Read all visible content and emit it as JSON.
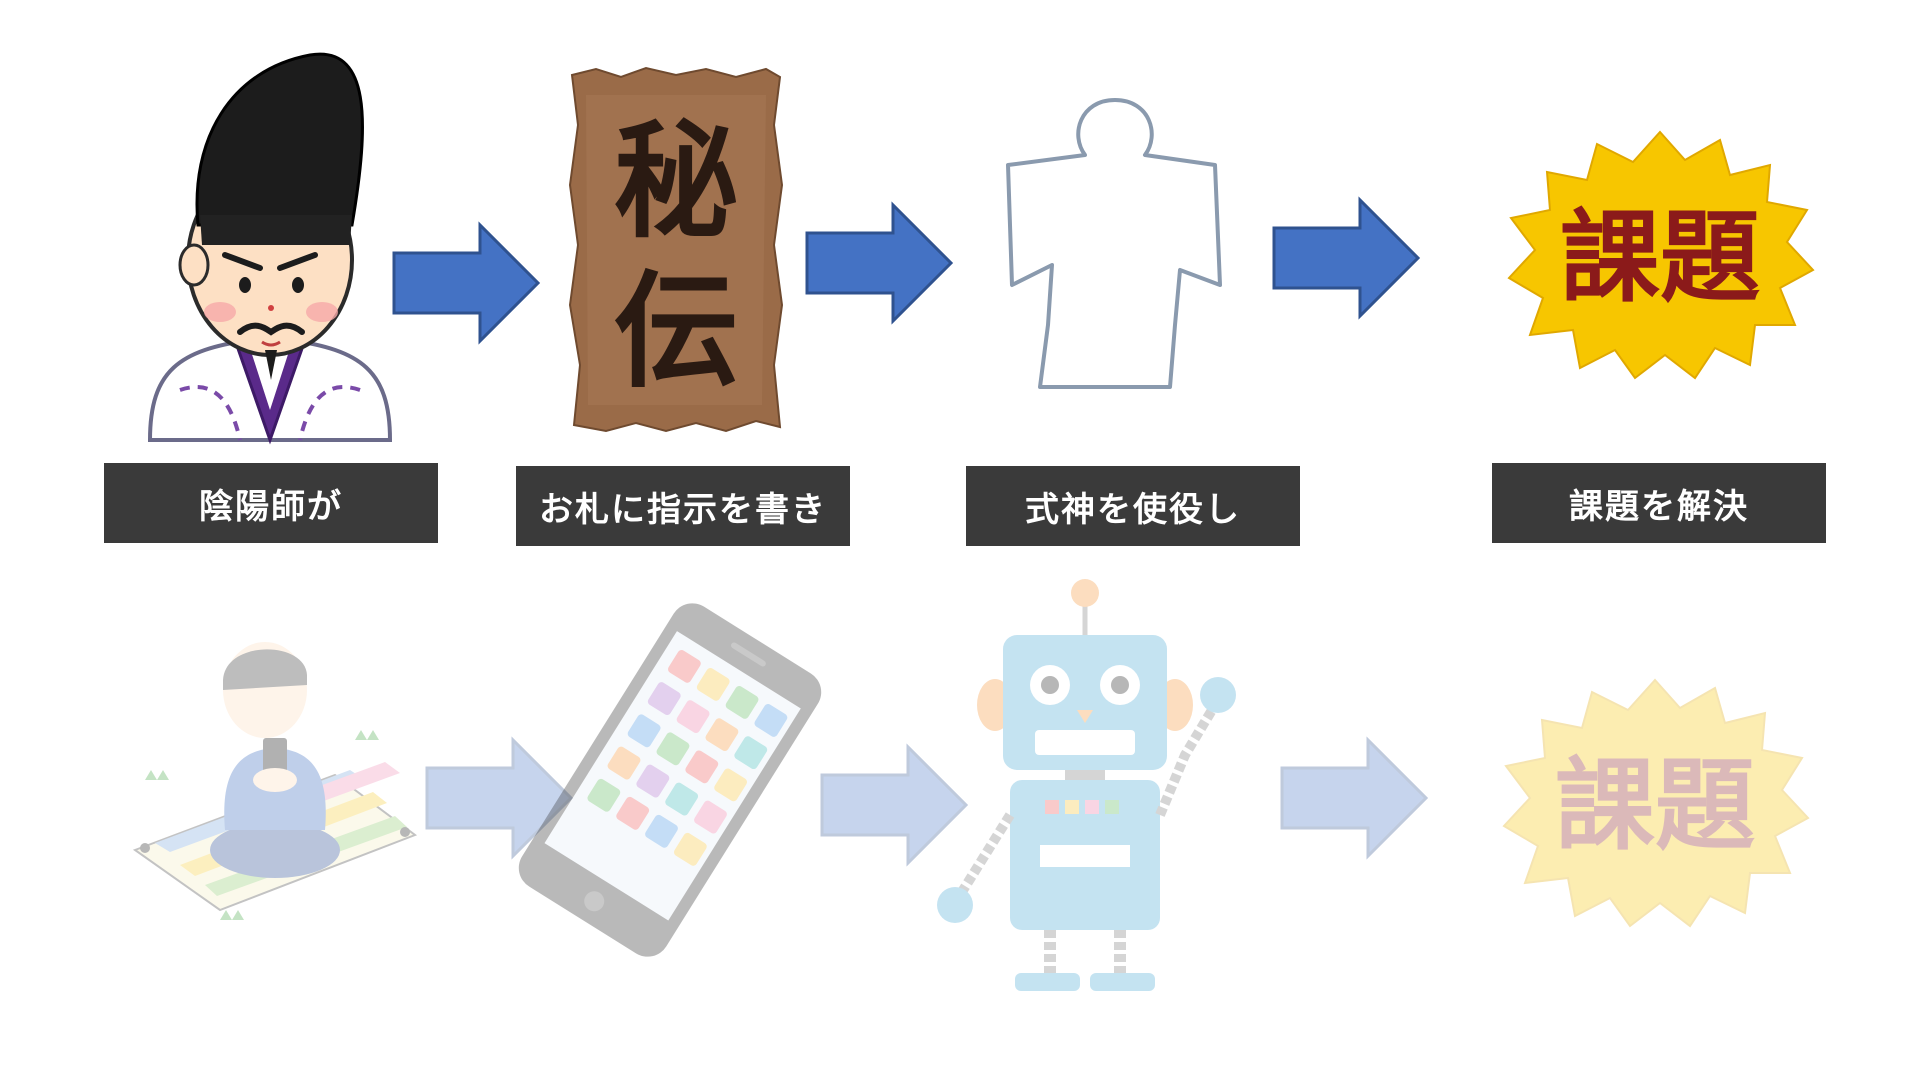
{
  "steps": [
    {
      "label": "陰陽師が",
      "icon": "onmyoji-icon"
    },
    {
      "label": "お札に指示を書き",
      "icon": "talisman-icon",
      "talisman_chars": [
        "秘",
        "伝"
      ]
    },
    {
      "label": "式神を使役し",
      "icon": "paper-doll-icon"
    },
    {
      "label": "課題を解決",
      "icon": "task-badge-icon",
      "badge_text": "課題"
    }
  ],
  "modern_row": {
    "icons": [
      "person-with-phone-icon",
      "smartphone-icon",
      "robot-icon",
      "task-badge-faded-icon"
    ],
    "badge_text": "課題"
  },
  "colors": {
    "arrow": "#4472c4",
    "arrow_stroke": "#2f528f",
    "label_bg": "#3a3a3a",
    "label_text": "#ffffff",
    "badge_fill": "#f7c600",
    "badge_text": "#8b1a1a",
    "talisman": "#9a6b48"
  }
}
